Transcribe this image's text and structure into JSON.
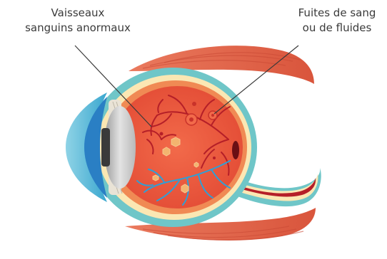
{
  "labels": {
    "abnormal_vessels": {
      "line1": "Vaisseaux",
      "line2": "sanguins anormaux"
    },
    "leakage": {
      "line1": "Fuites de sang",
      "line2": "ou de fluides"
    }
  },
  "colors": {
    "muscle": "#e8694f",
    "muscle_stripe": "#c94a36",
    "sclera_outer": "#6fc6c8",
    "sclera_inner": "#fbe7b3",
    "choroid": "#f08a54",
    "vitreous": "#ea5a3e",
    "vessel_red": "#b51f28",
    "vessel_blue": "#2f9fd6",
    "cornea": "#4bb9d8",
    "iris_blue": "#2a7fc4",
    "lens": "#c9c9c9",
    "drusen": "#f3b46f",
    "leader_line": "#3a3a3a"
  },
  "icons": {
    "eye_diagram": "eye-cross-section-illustration"
  }
}
